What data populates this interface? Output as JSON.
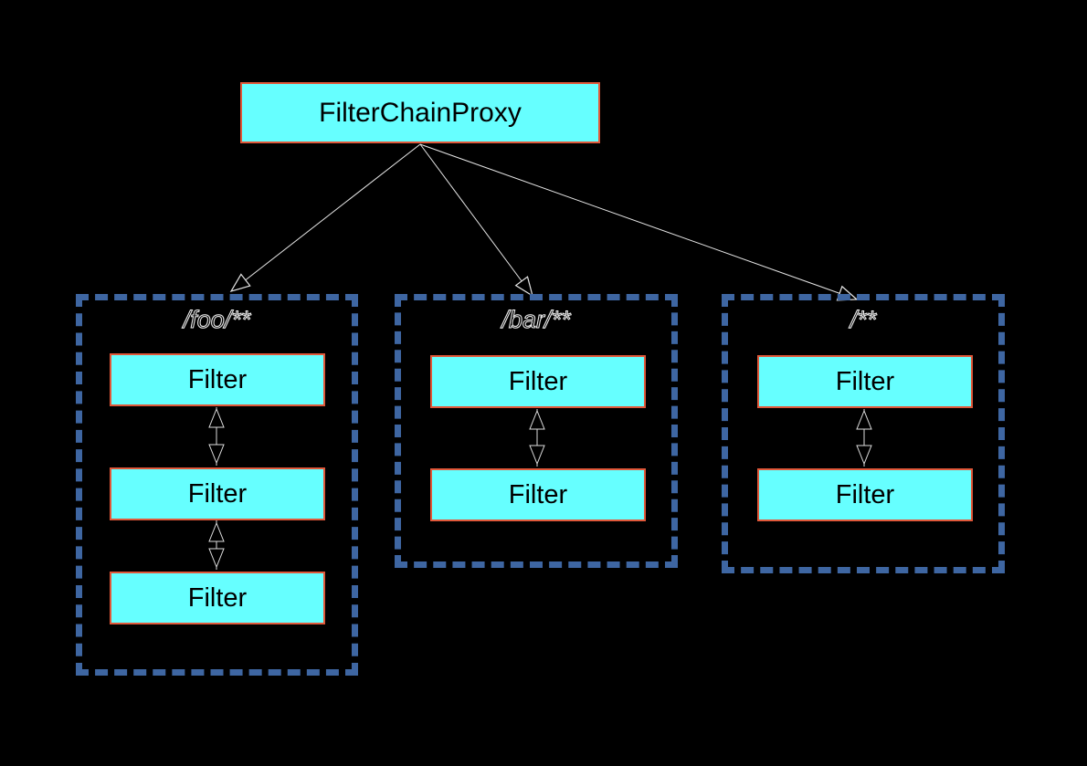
{
  "diagram": {
    "proxy_label": "FilterChainProxy",
    "chains": [
      {
        "pattern": "/foo/**",
        "filters": [
          "Filter",
          "Filter",
          "Filter"
        ]
      },
      {
        "pattern": "/bar/**",
        "filters": [
          "Filter",
          "Filter"
        ]
      },
      {
        "pattern": "/**",
        "filters": [
          "Filter",
          "Filter"
        ]
      }
    ],
    "colors": {
      "background": "#000000",
      "node_fill": "#66ffff",
      "node_border": "#e0583a",
      "chain_border": "#3e66a2",
      "connector_line": "#e6e6e6",
      "text": "#000000"
    }
  }
}
